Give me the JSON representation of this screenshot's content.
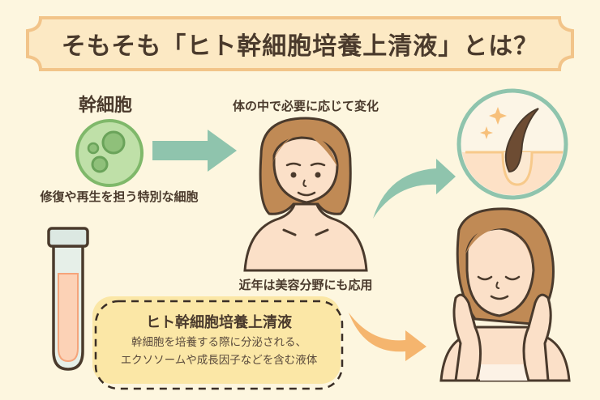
{
  "header": {
    "title": "そもそも「ヒト幹細胞培養上清液」とは？"
  },
  "stem_cell": {
    "label": "幹細胞",
    "caption": "修復や再生を担う特別な細胞",
    "icon": "cell-icon"
  },
  "body_change": {
    "caption": "体の中で必要に応じて変化",
    "icon": "woman-portrait-icon"
  },
  "beauty_use": {
    "caption": "近年は美容分野にも応用",
    "icons": [
      "hair-follicle-icon",
      "woman-skincare-icon"
    ]
  },
  "supernatant": {
    "title": "ヒト幹細胞培養上清液",
    "description_line1": "幹細胞を培養する際に分泌される、",
    "description_line2": "エクソソームや成長因子などを含む液体",
    "icon": "test-tube-icon"
  },
  "colors": {
    "background": "#fdf6df",
    "banner_fill": "#fce9c4",
    "banner_border": "#f2c489",
    "text": "#4a3a2c",
    "teal_arrow": "#8fc4ad",
    "orange_arrow": "#f5b56e",
    "cell_green": "#a6d08f",
    "info_box_fill": "#fbe7a6",
    "skin": "#fbe0c8",
    "hair": "#c08a55"
  }
}
